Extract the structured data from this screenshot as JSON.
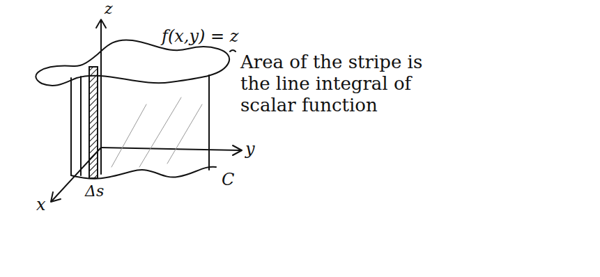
{
  "diagram": {
    "labels": [
      "z",
      "f(x,y) = z",
      "y",
      "x",
      "Δs",
      "C",
      "Area of the stripe is the line integral of scalar function"
    ]
  }
}
